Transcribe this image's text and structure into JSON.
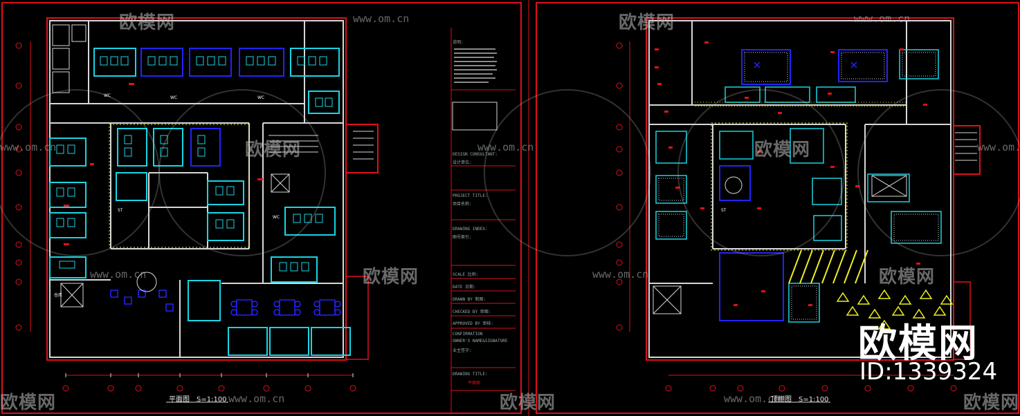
{
  "watermark": {
    "brand_text": "欧模网",
    "url_text": "www.om.cn"
  },
  "logo": {
    "name": "欧模网",
    "id_text": "ID:1339324"
  },
  "drawing_left": {
    "caption": "平面图　S=1:100"
  },
  "drawing_right": {
    "caption": "顶棚图　S=1:100"
  },
  "room_labels": [
    "仓库",
    "WC",
    "WC",
    "WC",
    "WC",
    "ST",
    "ST"
  ],
  "title_block": {
    "notes_heading": "说明:",
    "design_consultant": "DESIGN CONSULTANT:",
    "design_unit": "设计单位:",
    "project_title": "PROJECT TITLE:",
    "project_name": "项目名称:",
    "drawing_index": "DRAWING INDEX:",
    "drawing_no": "图号索引:",
    "scale": "SCALE 比例:",
    "date": "DATE 日期:",
    "drawn_by": "DRAWN BY 制图:",
    "checked_by": "CHECKED BY 审图:",
    "approved_by": "APPROVED BY 审核:",
    "confirmation": "CONFIRMATION",
    "owner_sign": "OWNER'S NAME&SIGNATURE",
    "owner_confirm": "业主签字:",
    "drawing_title": "DRAWING TITLE:",
    "drawing_title_value": "平面图"
  },
  "colors": {
    "frame_red": "#e0101a",
    "wall_white": "#d8d8d8",
    "furniture_cyan": "#19d6e6",
    "furniture_blue": "#2323ff",
    "light_yellow": "#f0f020",
    "text_white": "#ffffff"
  }
}
